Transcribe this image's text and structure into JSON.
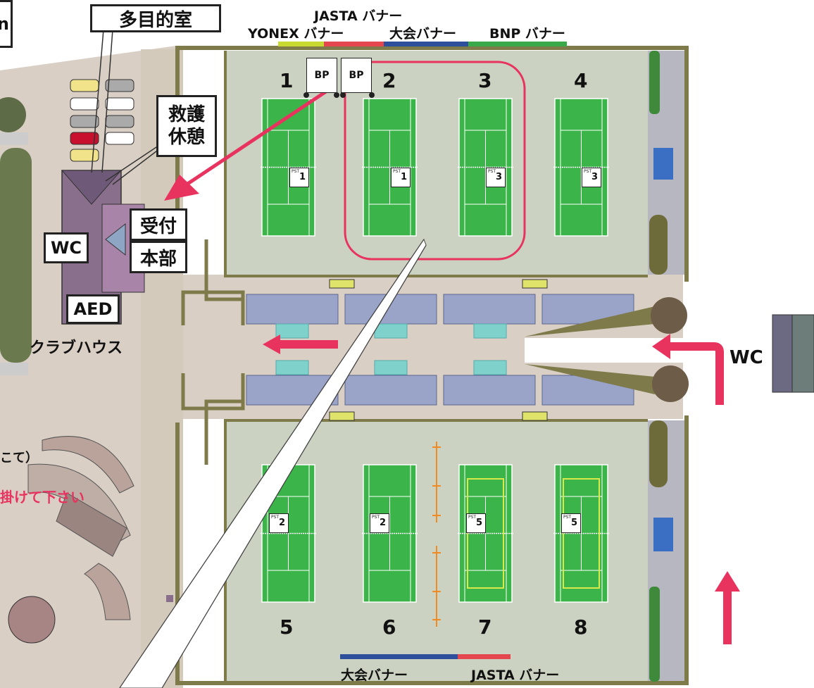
{
  "labels": {
    "multipurpose_room": "多目的室",
    "rescue_rest_line1": "救護",
    "rescue_rest_line2": "休憩",
    "reception": "受付",
    "headquarters": "本部",
    "wc_left": "WC",
    "wc_right": "WC",
    "aed": "AED",
    "clubhouse": "クラブハウス",
    "partial_left_top": "n",
    "partial_note_black": "こて）",
    "partial_note_pink": "掛けて下さい"
  },
  "banners": {
    "top": {
      "jasta": "JASTA バナー",
      "yonex": "YONEX バナー",
      "taikai": "大会バナー",
      "bnp": "BNP バナー"
    },
    "bottom": {
      "taikai": "大会バナー",
      "jasta": "JASTA バナー"
    }
  },
  "bp_labels": [
    "BP",
    "BP"
  ],
  "courts": {
    "top": [
      {
        "number": "1",
        "pst": "1"
      },
      {
        "number": "2",
        "pst": "1"
      },
      {
        "number": "3",
        "pst": "3"
      },
      {
        "number": "4",
        "pst": "3"
      }
    ],
    "bottom": [
      {
        "number": "5",
        "pst": "2"
      },
      {
        "number": "6",
        "pst": "2"
      },
      {
        "number": "7",
        "pst": "5"
      },
      {
        "number": "8",
        "pst": "5"
      }
    ],
    "pst_letters": "PST"
  },
  "colors": {
    "court_green": "#3bb54a",
    "court_surround": "#cbd2c1",
    "walkway": "#d9cfc5",
    "wall": "#7e7a4a",
    "accent_pink": "#e8335f",
    "clubhouse": "#8a6f8c",
    "bench": "#9aa3c8",
    "teal_box": "#7fd1cc",
    "yonex_banner": "#c8d932",
    "jasta_banner": "#e5474e",
    "taikai_banner": "#2e4f9c",
    "bnp_banner": "#3aa94a"
  }
}
